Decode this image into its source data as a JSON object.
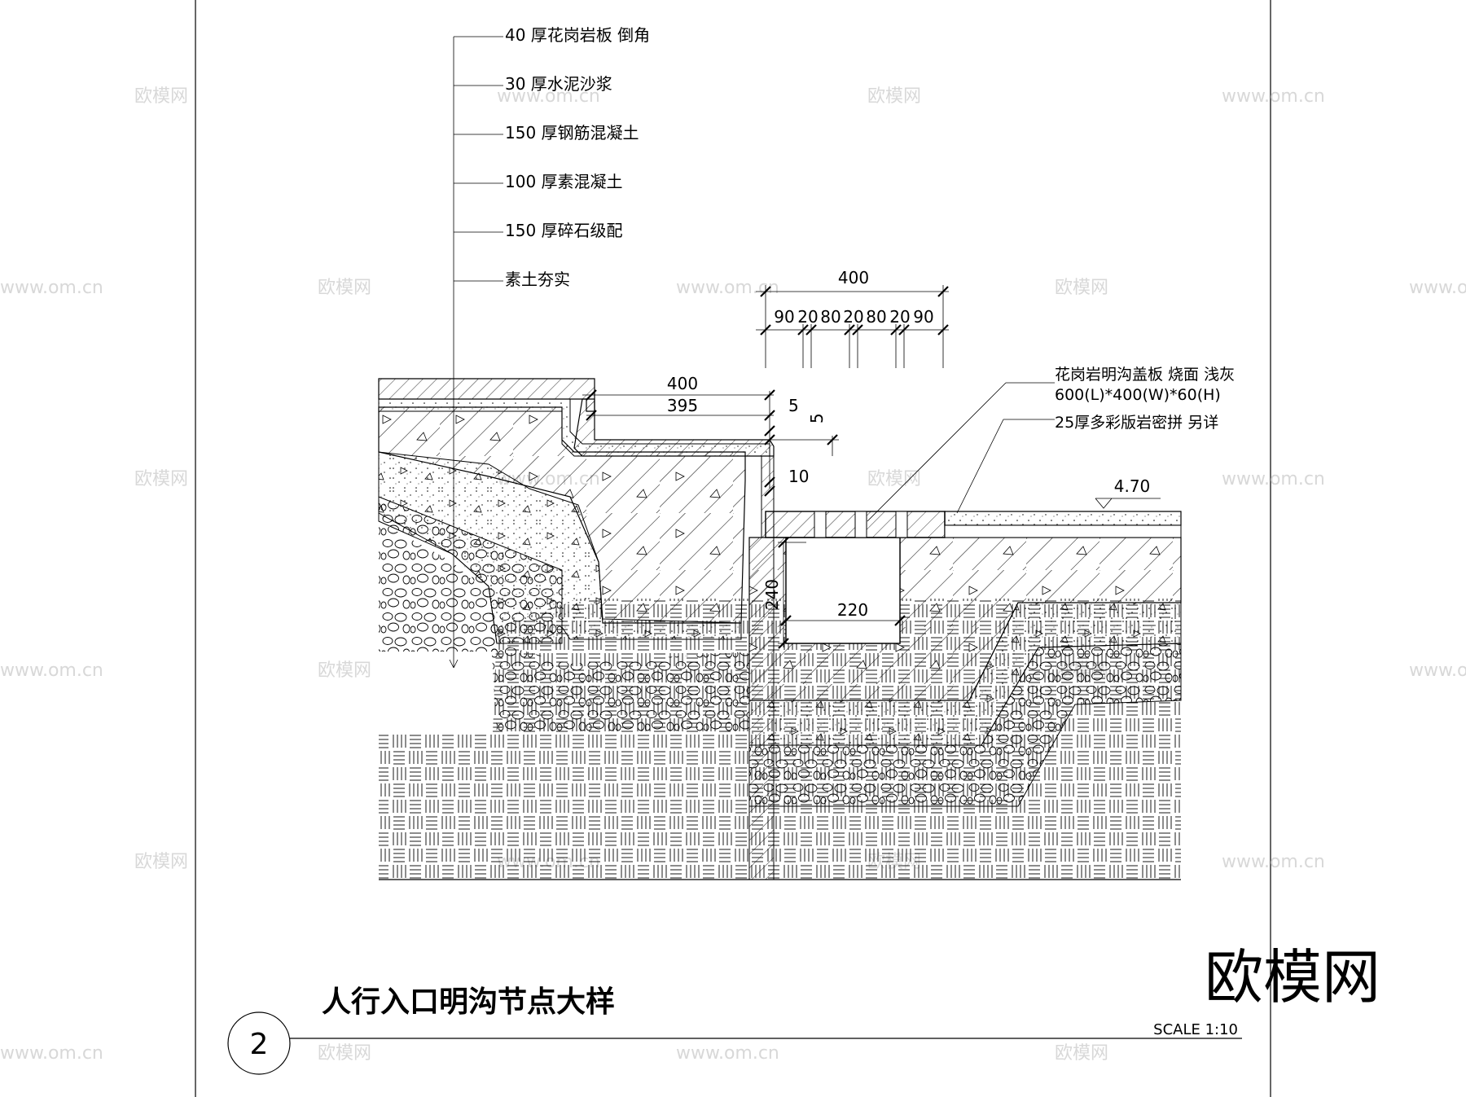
{
  "layers": [
    {
      "label": "40  厚花岗岩板 倒角"
    },
    {
      "label": "30  厚水泥沙浆"
    },
    {
      "label": "150 厚钢筋混凝土"
    },
    {
      "label": "100 厚素混凝土"
    },
    {
      "label": "150 厚碎石级配"
    },
    {
      "label": "素土夯实"
    }
  ],
  "dimensions": {
    "top_total": "400",
    "top_parts": [
      "90",
      "20",
      "80",
      "20",
      "80",
      "20",
      "90"
    ],
    "step_total": "400",
    "step_inner": "395",
    "gap_a": "5",
    "gap_b": "5",
    "gap_c": "10",
    "trench_depth": "240",
    "trench_width": "220",
    "elevation": "4.70"
  },
  "notes": {
    "cover_line1": "花岗岩明沟盖板 烧面 浅灰",
    "cover_line2": "600(L)*400(W)*60(H)",
    "paving": "25厚多彩版岩密拼 另详"
  },
  "title": {
    "number": "2",
    "text": "人行入口明沟节点大样",
    "scale": "SCALE 1:10"
  },
  "logo": "欧模网",
  "watermarks": [
    "欧模网",
    "www.om.cn"
  ]
}
